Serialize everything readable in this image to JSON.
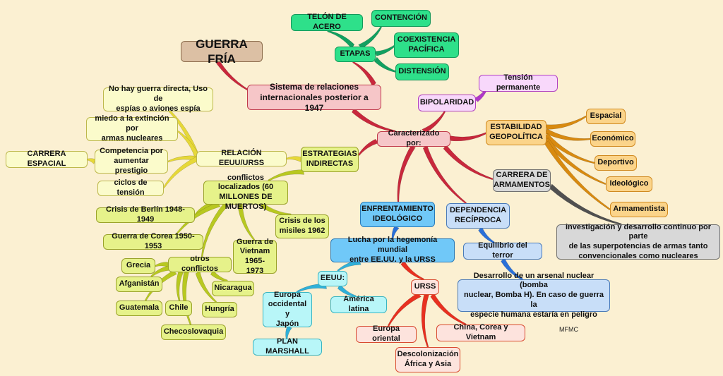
{
  "title": "GUERRA FRÍA",
  "center": "Sistema de relaciones\ninternacionales posterior a 1947",
  "etapas": {
    "label": "ETAPAS",
    "items": [
      "TELÓN DE ACERO",
      "CONTENCIÓN",
      "COEXISTENCIA\nPACÍFICA",
      "DISTENSIÓN"
    ]
  },
  "caracterizado": "Caracterizado por:",
  "bipolaridad": {
    "label": "BIPOLARIDAD",
    "detail": "Tensión permanente"
  },
  "estabilidad": {
    "label": "ESTABILIDAD\nGEOPOLÍTICA",
    "items": [
      "Espacial",
      "Económico",
      "Deportivo",
      "Ideológico",
      "Armamentista"
    ]
  },
  "carrera_armamentos": {
    "label": "CARRERA DE\nARMAMENTOS",
    "detail": "investigación y desarrollo continuo por parte\nde las superpotencias de armas tanto\nconvencionales como nucleares"
  },
  "dependencia": {
    "label": "DEPENDENCIA\nRECÍPROCA",
    "equilibrio": "Equilibrio del terror",
    "detail": "Desarrollo de un arsenal nuclear (bomba\nnuclear, Bomba H). En caso de guerra la\nespecie humana estaría en peligro"
  },
  "enfrentamiento": {
    "label": "ENFRENTAMIENTO\nIDEOLÓGICO",
    "lucha": "Lucha por la hegemonía mundial\nentre EE.UU. y la URSS",
    "eeuu": {
      "label": "EEUU:",
      "europa_occ": "Europa\noccidental y\nJapón",
      "plan": "PLAN MARSHALL",
      "america": "América latina"
    },
    "urss": {
      "label": "URSS",
      "europa_or": "Europa oriental",
      "china": "China, Corea y Vietnam",
      "descolonizacion": "Descolonización\nÁfrica y Asia"
    }
  },
  "estrategias": {
    "label": "ESTRATEGIAS\nINDIRECTAS",
    "relacion": {
      "label": "RELACIÓN EEUU/URSS",
      "items": [
        "No hay guerra directa, Uso de\nespías o aviones espía",
        "miedo a la extinción por\narmas nucleares",
        "Competencia por\naumentar prestigio",
        "ciclos de tensión"
      ],
      "carrera_espacial": "CARRERA ESPACIAL"
    },
    "conflictos": {
      "label": "conflictos localizados (60\nMILLONES DE MUERTOS)",
      "berlin": "Crisis de Berlín 1948-1949",
      "corea": "Guerra de Corea 1950-1953",
      "vietnam": "Guerra de\nVietnam\n1965-1973",
      "misiles": "Crisis de los\nmisiles 1962",
      "otros": {
        "label": "otros conflictos",
        "items": [
          "Grecia",
          "Afganistán",
          "Guatemala",
          "Chile",
          "Checoslovaquia",
          "Hungría",
          "Nicaragua"
        ]
      }
    }
  },
  "credit": "MFMC",
  "colors": {
    "background": "#fbf0d2",
    "line_red": "#c8283c",
    "line_green": "#12a060",
    "line_orange": "#d88a10",
    "line_yellow": "#e6d838",
    "line_yellowgreen": "#b8c820",
    "line_blue": "#2a70d8",
    "line_cyan": "#30b0d8",
    "line_brightred": "#e83020",
    "line_purple": "#b038c8",
    "line_gray": "#505050"
  }
}
